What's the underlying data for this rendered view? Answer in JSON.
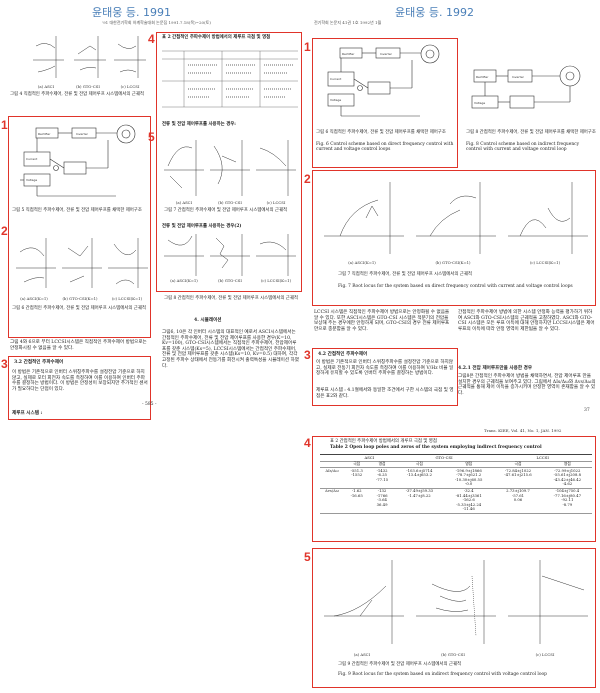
{
  "titles": {
    "left": "윤태웅 등. 1991",
    "right": "윤태웅 등. 1992"
  },
  "markers": [
    "1",
    "2",
    "3",
    "4",
    "5"
  ],
  "left_page": {
    "header": "'91 대한전기학회 하계학술대회 논문집 1991.7.18(목)~20(토)",
    "fig4_subcaptions": [
      "(a) ASCI",
      "(b) GTO-CSI",
      "(c) LCCSI"
    ],
    "fig4_caption": "그림 4 직접적인 주파수제어, 전류 및 전압 제어루프 시스템에서의 근궤적",
    "fig5_caption": "그림 5 직접적인 주파수제어, 전류 및 전압 제어루프를 채택한 제어구조",
    "fig6_subcaptions": [
      "(a) ASCI(K=1)",
      "(b) GTO-CSI(K=1)",
      "(c) LCCSI(K=1)"
    ],
    "fig6_caption": "그림 6 간접적인 주파수제어, 전류 및 전압 제어루프 시스템에서의 근궤적",
    "para_1": "그림 4와 6으로 부터 LCCSI시스템은 직접적인 주파수제어 방법으로는 안정화시킬 수 없음을 알 수 있다.",
    "sec_3_2": "3.2 간접적인 주파수제어",
    "para_2": "이 방법은 기존적으로 인버터 스위칭주파수를 설정전압 기준으로 하지않고, 실제로 모터 회전자 속도를 측정하여 이를 이용하여 인버터 주파수를 결정하는 방법이다. 이 방법은 안정성이 보장되지만 추가적인 센서가 필요하다는 단점이 있다.",
    "next_sub": "제루프 시스템 :",
    "table_title": "표 2 간접적인 주파수제어 방법에서의 제루프 극점 및 영점",
    "fig_mid_caption_top": "전류 및 전압 제어루프를 사용하는 경우:",
    "fig7_subcaptions": [
      "(a) ASCI",
      "(b) GTO-CSI",
      "(c) LCCSI"
    ],
    "fig7_caption": "그림 7 간접적인 주파수제어 및 전압 제어루프 시스템에서의 근궤적",
    "fig8_header": "전류 및 전압 제어루프를 사용하는 경우(2)",
    "fig8_subcaptions": [
      "(a) ASCI(K=1)",
      "(b) GTO-CSI",
      "(c) LCCSI(K=1)"
    ],
    "fig8_caption": "그림 8 간접적인 주파수제어, 전류 및 전압 제어루프 시스템에서의 근궤적",
    "sec_4": "4. 시뮬레이션",
    "para_3": "그림6, 10은 각 인버터 시스템의 대표적인 예로서 ASCI시스템에서는 간접적인 주파수제어, 전류 및 전압 제어루프를 사용한 경우(K=10, Kv=100), GTO-CSI시스템에서는 직접적인 주파수제어, 전압제어루프를 갖춘 시스템(Ks=5), LCCSI시스템에서는 간접적인 주파수제어, 전류 및 전압 제어루프를 갖춘 시스템(Ks=10, Kv=0.5) 대하여, 각각 고정된 주파수 상태에서 전동기를 회전시켜 출력특성을 시뮬레이션 하였다.",
    "page_num": "- 585 -"
  },
  "right_page": {
    "header": "전기학회 논문지 41권 1호 1992년 1월",
    "fig6_caption_kr": "그림 6 직접적인 주파수제어, 전류 및 전압 제어루프를 채택한 제어구조",
    "fig6_caption_en": "Fig. 6 Control scheme based on direct frequency control with current and voltage control loops",
    "fig8_caption_kr": "그림 8 간접적인 주파수제어, 전류 및 전압 제어루프를 채택한 제어구조",
    "fig8_caption_en": "Fig. 8 Control scheme based on indirect frequency control with current and voltage control loop",
    "fig7_subcaptions": [
      "(a) ASCI(K=1)",
      "(b) GTO-CSI(K=1)",
      "(c) LCCSI(K=1)"
    ],
    "fig7_caption_kr": "그림 7 직접적인 주파수제어, 전류 및 전압 제어루프 시스템에서의 근궤적",
    "fig7_caption_en": "Fig. 7 Root locus for the system based on direct frequency control with current and voltage control loops",
    "para_left": "LCCSI 시스템은 직접적인 주파수제어 방법으로는 안정화될 수 없음을 알 수 있다. 또한 ASCI시스템은 GTO-CSI 시스템은 적분기의 전압을 보상해 주는 경우에만 안정하게 되며, GTO-CSI의 경우 전류 제어루프만으로 충분함을 알 수 있다.",
    "sec_4_2": "4.2 간접적인 주파수제어",
    "para_4_2": "이 방법은 기존적으로 인버터 스위칭주파수를 설정전압 기준으로 하지않고, 실제로 전동기 회전자 속도를 측정하여 이를 이용하여 V/Hz 비율 일정하게 유지할 수 있도록 인버터 주파수를 결정하는 방법이다.",
    "next_sub": "제루프 시스템 : 4.1절에서와 동일한 조건에서 구한 시스템의 극점 및 영점은 표2와 같다.",
    "para_right": "간접적인 주파수제어 방법에 의한 시스템 안정화 능력을 평가하기 위하여 ASCI와 GTO-CSI시스템의 근궤적을 고찰하였다. ASCI와 GTO-CSI 시스템은 모든 루프 이득에 대해 안정하지만 LCCSI시스템은 제어루프의 이득에 따라 안정 영역이 제한됨을 알 수 있다.",
    "sec_4_2_1": "4.2.1 전압 제어루프만을 사용한 경우",
    "para_4_2_1": "그림8은 간접적인 주파수제어 방법을 채택하면서, 전압 제어루프 만을 설치한 경우의 근궤적을 보여주고 있다. 그림에서 ΔIs/Δω와 Δvs/Δω의 근궤적을 통해 제어 이득을 증가시키며 안정한 영역이 존재함을 알 수 있다.",
    "page_num": "37",
    "journal_line": "Trans. KIEE, Vol. 41, No. 1, JAN. 1992",
    "table2_title_kr": "표 2 간접적인 주파수제어 방법에서의 개루프 극점 및 영점",
    "table2_title_en": "Table 2 Open loop poles and zeros of the system employing indirect frequency control",
    "table2_headers": [
      "ASCI",
      "GTO-CSI",
      "LCCSI"
    ],
    "table2_subheaders": [
      "극점",
      "영점",
      "극점",
      "영점",
      "극점",
      "영점"
    ],
    "table2_rows": [
      {
        "label": "ΔIs/Δω",
        "cells": [
          "-551.3\n-1552",
          "-1432\n-6.25\n-77.15",
          "-103.6±j5714\n-13.4±j653.2",
          "-196.9±j1866\n-78.7±j621.2\n-10.30±j60.55\n-0.0",
          "-72.84±j1022\n-47.61±j215.6",
          "-72.99±j1022\n-55.61±j208.8\n-43.42±j46.42\n-4.62"
        ]
      },
      {
        "label": "Δvs/Δω",
        "cells": [
          "-1.62\n-16.65",
          "-132\n-1766\n-3.64\n36.49",
          "-37.49±j59.33\n-1.47±j8.22",
          "-32.4\n-81.44±j3361\n-162.6\n-5.33±j42.24\n-11.46",
          "2.73±j109.7\n-57.61\n0.06",
          "-104±j750.4\n-77.16±j80.47\n-92.11\n-8.79"
        ]
      }
    ],
    "fig9_subcaptions": [
      "(a) ASCI",
      "(b) GTO-CSI",
      "(c) LCCSI"
    ],
    "fig9_caption_kr": "그림 9 간접적인 주파수제어 및 전압 제어루프 시스템에서의 근궤적",
    "fig9_caption_en": "Fig. 9 Root locus for the system based on indirect frequency control with voltage control loop"
  },
  "colors": {
    "title": "#4a7fb8",
    "highlight": "#e0342a"
  }
}
